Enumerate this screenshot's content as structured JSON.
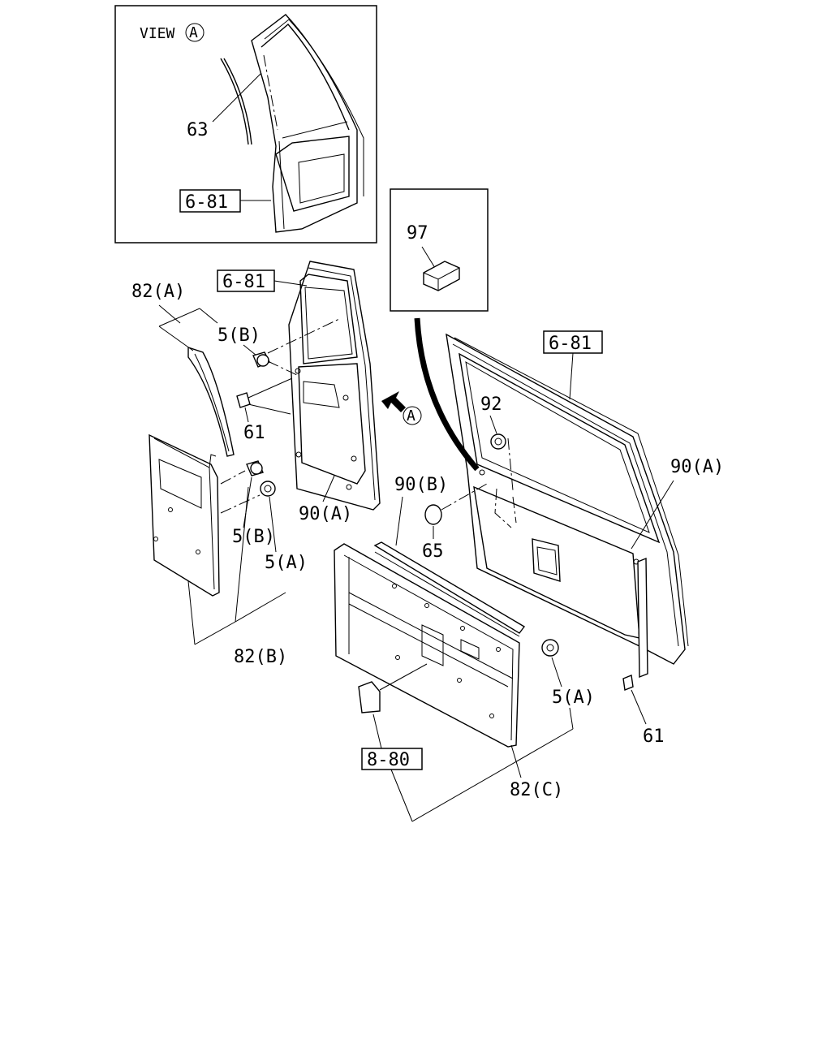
{
  "view": {
    "word": "VIEW",
    "letter": "A"
  },
  "arrow_letter": "A",
  "refs": {
    "view_body": "6-81",
    "front_door": "6-81",
    "rear_door": "6-81",
    "mat": "8-80"
  },
  "labels": {
    "p63": "63",
    "p97": "97",
    "p82a": "82(A)",
    "p5b_top": "5(B)",
    "p61_left": "61",
    "p90a_left": "90(A)",
    "p5b_mid": "5(B)",
    "p5a_mid": "5(A)",
    "p82b": "82(B)",
    "p92": "92",
    "p90a_right": "90(A)",
    "p90b": "90(B)",
    "p65": "65",
    "p5a_right": "5(A)",
    "p61_right": "61",
    "p82c": "82(C)"
  },
  "colors": {
    "ink": "#000000",
    "paper": "#ffffff"
  }
}
